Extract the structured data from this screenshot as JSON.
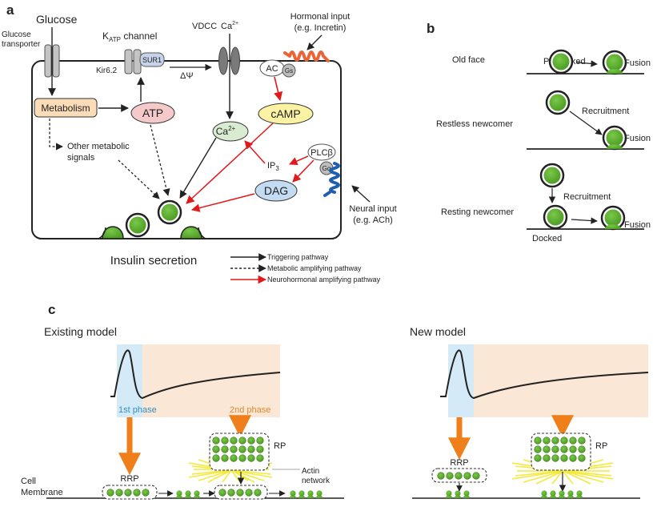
{
  "panel_a": {
    "letter": "a",
    "glucose": "Glucose",
    "glucose_transporter_line1": "Glucose",
    "glucose_transporter_line2": "transporter",
    "katp_k": "K",
    "katp_sub": "ATP",
    "katp_rest": " channel",
    "kir62": "Kir6.2",
    "sur1": "SUR1",
    "delta_psi": "ΔΨ",
    "vdcc": "VDCC",
    "ca_top": "Ca",
    "ca_top_sup": "2+",
    "hormonal_line1": "Hormonal input",
    "hormonal_line2": "(e.g. Incretin)",
    "ac": "AC",
    "gs": "Gs",
    "metabolism": "Metabolism",
    "atp": "ATP",
    "camp": "cAMP",
    "ca_inner": "Ca",
    "ca_inner_sup": "2+",
    "other_line1": "Other metabolic",
    "other_line2": "signals",
    "plcb": "PLCβ",
    "gq": "Gq",
    "ip3_main": "IP",
    "ip3_sub": "3",
    "dag": "DAG",
    "neural_line1": "Neural input",
    "neural_line2": "(e.g. ACh)",
    "insulin_secretion": "Insulin secretion",
    "legend": {
      "triggering": "Triggering pathway",
      "metabolic": "Metabolic amplifying pathway",
      "neurohormonal": "Neurohormonal amplifying pathway"
    }
  },
  "panel_b": {
    "letter": "b",
    "old_face": "Old face",
    "predocked": "Predocked",
    "fusion1": "Fusion",
    "restless": "Restless newcomer",
    "recruitment1": "Recruitment",
    "fusion2": "Fusion",
    "resting": "Resting newcomer",
    "recruitment2": "Recruitment",
    "docked": "Docked",
    "fusion3": "Fusion"
  },
  "panel_c": {
    "letter": "c",
    "existing_model": "Existing model",
    "new_model": "New model",
    "first_phase": "1st phase",
    "second_phase": "2nd phase",
    "rrp_left": "RRP",
    "rp_left": "RP",
    "actin_line1": "Actin",
    "actin_line2": "network",
    "cell_line1": "Cell",
    "cell_line2": "Membrane",
    "rrp_right": "RRP",
    "rp_right": "RP"
  },
  "colors": {
    "vesicle_green": "#5fb231",
    "red_pathway": "#e0191b",
    "orange_arrow": "#ee7f1a",
    "metabolism_fill": "#fbdcb8",
    "atp_fill": "#f5c9c9",
    "camp_fill": "#fbf2a3",
    "ca_fill": "#d9ecd2",
    "dag_fill": "#c3dcf1",
    "first_phase_bg": "#d4eaf7",
    "second_phase_bg": "#fbe7d5",
    "actin_yellow": "#f4ea3c",
    "first_phase_text": "#2f8ec9",
    "second_phase_text": "#e5872a"
  }
}
